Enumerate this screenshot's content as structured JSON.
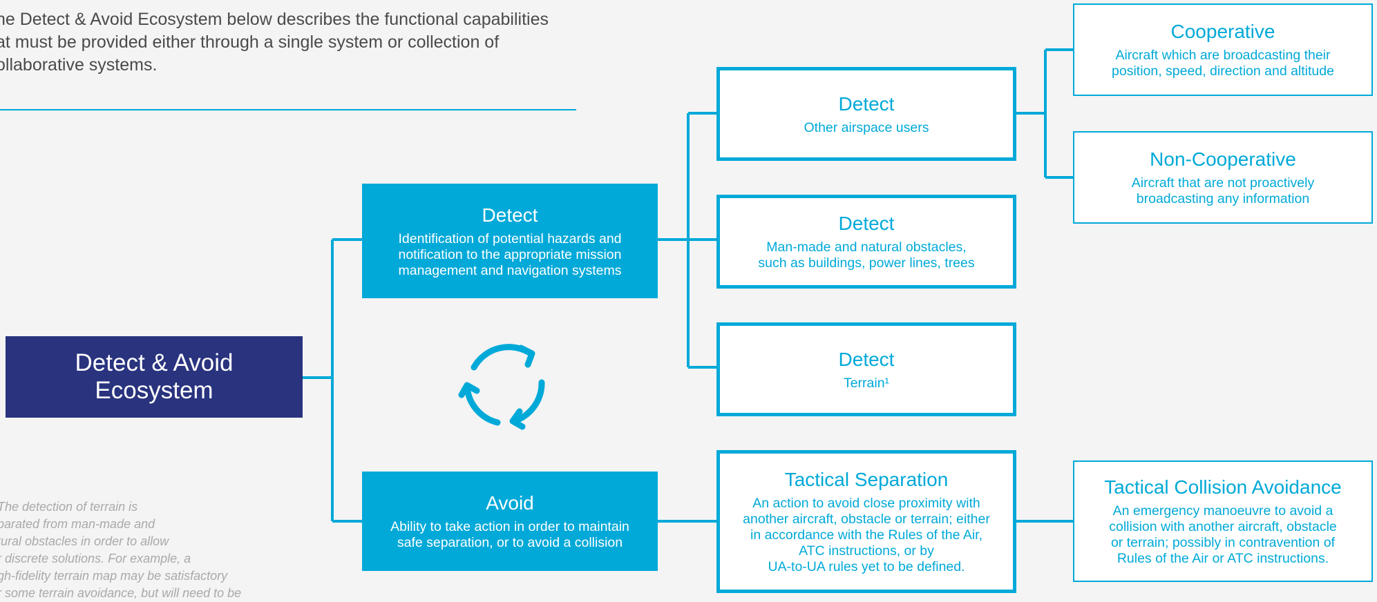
{
  "intro": {
    "text": "he Detect & Avoid Ecosystem below describes the functional capabilities\nat must be provided either through a single system or collection of\nollaborative systems."
  },
  "footnote": {
    "text": "The detection of terrain is\nparated from man-made and\ntural obstacles in order to allow\nr discrete solutions. For example, a\ngh-fidelity terrain map may be satisfactory\nr some terrain avoidance, but will need to be"
  },
  "root": {
    "title": "Detect & Avoid\nEcosystem"
  },
  "detect": {
    "title": "Detect",
    "desc": "Identification of potential hazards and\nnotification to the appropriate mission\nmanagement and navigation systems"
  },
  "avoid": {
    "title": "Avoid",
    "desc": "Ability to take action in order to maintain\nsafe separation, or to avoid a collision"
  },
  "detect_users": {
    "title": "Detect",
    "desc": "Other airspace users"
  },
  "detect_obstacles": {
    "title": "Detect",
    "desc": "Man-made and natural obstacles,\nsuch as buildings, power lines, trees"
  },
  "detect_terrain": {
    "title": "Detect",
    "desc": "Terrain¹"
  },
  "tactical_separation": {
    "title": "Tactical Separation",
    "desc": "An action to avoid close proximity with\nanother aircraft, obstacle or terrain; either\nin accordance with the Rules of the Air,\nATC instructions, or by\nUA-to-UA rules yet to be defined."
  },
  "cooperative": {
    "title": "Cooperative",
    "desc": "Aircraft which are broadcasting their\nposition, speed, direction and altitude"
  },
  "non_cooperative": {
    "title": "Non-Cooperative",
    "desc": "Aircraft that are not proactively\nbroadcasting any information"
  },
  "tactical_collision": {
    "title": "Tactical Collision Avoidance",
    "desc": "An emergency manoeuvre to avoid a\ncollision with another aircraft, obstacle\nor terrain; possibly in contravention of\nRules of the Air or ATC instructions."
  },
  "icons": {
    "cycle": "cycle-arrows-icon"
  },
  "colors": {
    "accent": "#00a9d8",
    "root_fill": "#29337e",
    "background": "#f4f4f4",
    "intro_text": "#4a4a4a",
    "footnote_text": "#a9a9a9"
  }
}
